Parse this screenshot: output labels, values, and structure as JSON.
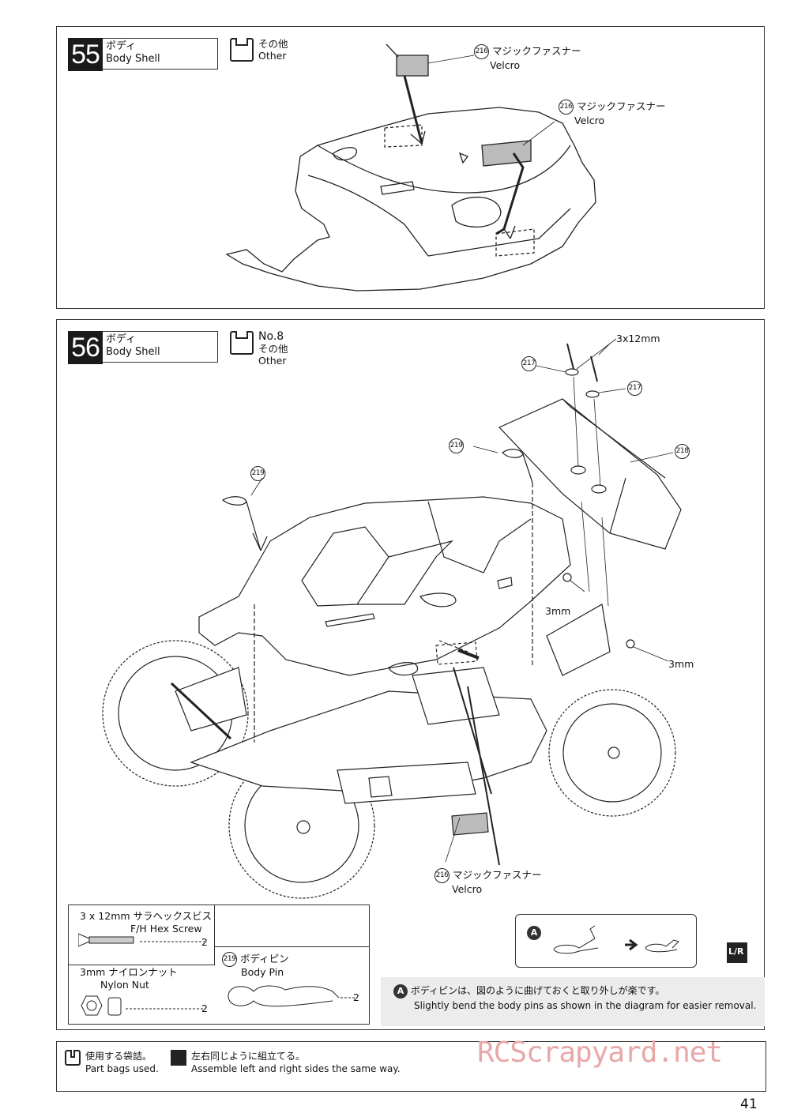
{
  "steps": [
    {
      "number": "55",
      "title_ja": "ボディ",
      "title_en": "Body Shell",
      "bag": {
        "line1": "その他",
        "line2": "Other"
      },
      "callouts": [
        {
          "part": "216",
          "ja": "マジックファスナー",
          "en": "Velcro"
        },
        {
          "part": "216",
          "ja": "マジックファスナー",
          "en": "Velcro"
        }
      ]
    },
    {
      "number": "56",
      "title_ja": "ボディ",
      "title_en": "Body Shell",
      "bag": {
        "line0": "No.8",
        "line1": "その他",
        "line2": "Other"
      },
      "callouts": {
        "screw_size": "3x12mm",
        "part217a": "217",
        "part217b": "217",
        "part218": "218",
        "part219a": "219",
        "part219b": "219",
        "nut_a": "3mm",
        "nut_b": "3mm",
        "velcro_part": "216",
        "velcro_ja": "マジックファスナー",
        "velcro_en": "Velcro"
      },
      "parts": [
        {
          "name_ja": "3 x 12mm サラヘックスビス",
          "name_en": "F/H Hex Screw",
          "qty": "2"
        },
        {
          "name_ja": "3mm ナイロンナット",
          "name_en": "Nylon Nut",
          "qty": "2"
        },
        {
          "part": "219",
          "name_ja": "ボディピン",
          "name_en": "Body Pin",
          "qty": "2"
        }
      ],
      "note_a": {
        "badge": "A",
        "ja": "ボディピンは、図のように曲げておくと取り外しが楽です。",
        "en": "Slightly bend the body pins as shown in the diagram for easier removal."
      },
      "lr_icon": "L/R"
    }
  ],
  "legend": {
    "bag_ja": "使用する袋詰。",
    "bag_en": "Part bags used.",
    "lr_ja": "左右同じように組立てる。",
    "lr_en": "Assemble left and right sides the same way."
  },
  "watermark": "RCScrapyard.net",
  "page_number": "41"
}
